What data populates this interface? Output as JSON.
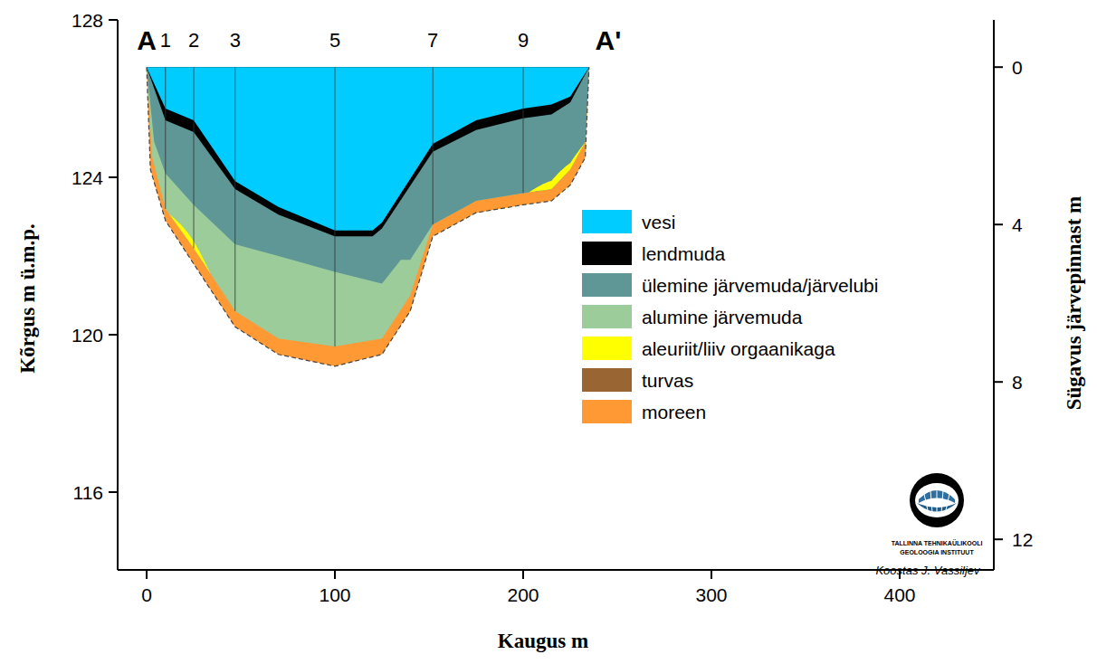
{
  "diagram": {
    "labels": [
      "A",
      "1",
      "2",
      "3",
      "5",
      "7",
      "9",
      "A'",
      "128",
      "124",
      "120",
      "116",
      "0",
      "100",
      "200",
      "300",
      "400",
      "0",
      "4",
      "8",
      "12",
      "Kõrgus m ü.m.p.",
      "Kaugus m",
      "Sügavus järvepinnast m",
      "TALLINNA TEHNIKAÜLIKOOLI",
      "GEOLOOGIA INSTITUUT",
      "Koostas J. Vassiljev"
    ],
    "legend": [
      {
        "text": "vesi",
        "color": "#00ccff"
      },
      {
        "text": "lendmuda",
        "color": "#000000"
      },
      {
        "text": "ülemine järvemuda/järvelubi",
        "color": "#5f9696"
      },
      {
        "text": "alumine järvemuda",
        "color": "#9ccc9a"
      },
      {
        "text": "aleuriit/liiv orgaanikaga",
        "color": "#ffff00"
      },
      {
        "text": "turvas",
        "color": "#996633"
      },
      {
        "text": "moreen",
        "color": "#ff9933"
      }
    ]
  }
}
